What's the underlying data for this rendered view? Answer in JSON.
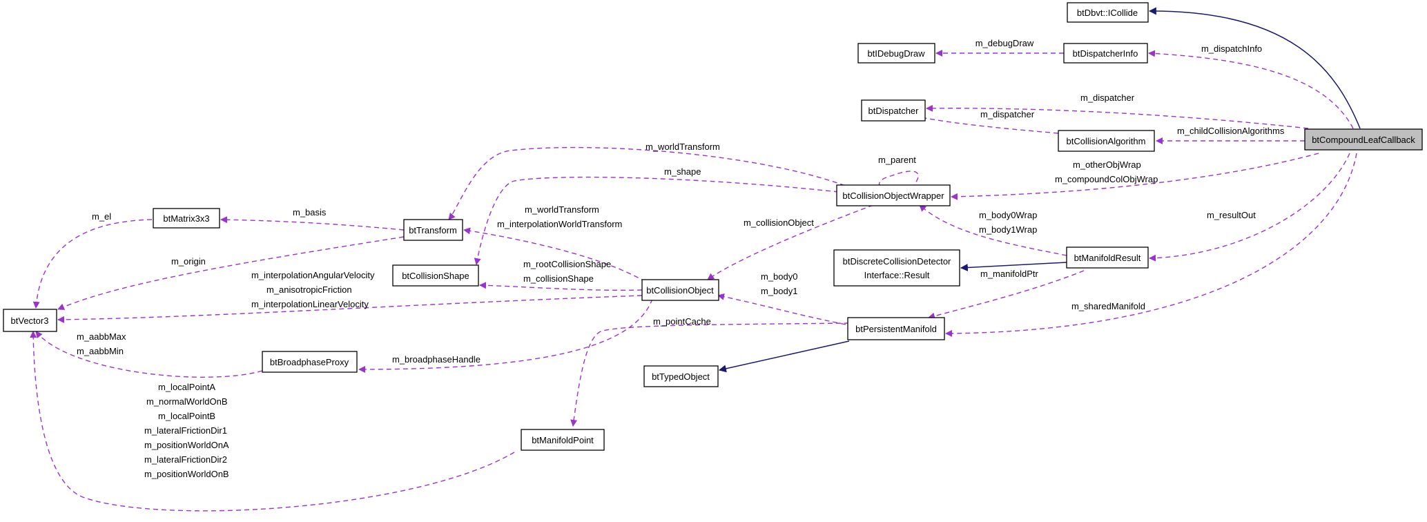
{
  "diagram": {
    "nodes": {
      "btDbvtICollide": "btDbvt::ICollide",
      "btDispatcherInfo": "btDispatcherInfo",
      "btIDebugDraw": "btIDebugDraw",
      "btDispatcher": "btDispatcher",
      "btCollisionAlgorithm": "btCollisionAlgorithm",
      "btCompoundLeafCallback": "btCompoundLeafCallback",
      "btCollisionObjectWrapper": "btCollisionObjectWrapper",
      "btMatrix3x3": "btMatrix3x3",
      "btTransform": "btTransform",
      "btCollisionShape": "btCollisionShape",
      "btCollisionObject": "btCollisionObject",
      "btVector3": "btVector3",
      "btBroadphaseProxy": "btBroadphaseProxy",
      "btManifoldPoint": "btManifoldPoint",
      "btDiscreteResultLine1": "btDiscreteCollisionDetector",
      "btDiscreteResultLine2": "Interface::Result",
      "btManifoldResult": "btManifoldResult",
      "btPersistentManifold": "btPersistentManifold",
      "btTypedObject": "btTypedObject"
    },
    "labels": {
      "m_debugDraw": "m_debugDraw",
      "m_dispatchInfo": "m_dispatchInfo",
      "m_dispatcher_top": "m_dispatcher",
      "m_dispatcher_algo": "m_dispatcher",
      "m_childCollisionAlgorithms": "m_childCollisionAlgorithms",
      "m_worldTransform_wrapper": "m_worldTransform",
      "m_parent": "m_parent",
      "m_shape": "m_shape",
      "m_otherObjWrap": "m_otherObjWrap",
      "m_compoundColObjWrap": "m_compoundColObjWrap",
      "m_el": "m_el",
      "m_basis": "m_basis",
      "m_worldTransform_obj": "m_worldTransform",
      "m_interpolationWorldTransform": "m_interpolationWorldTransform",
      "m_collisionObject": "m_collisionObject",
      "m_body0Wrap": "m_body0Wrap",
      "m_body1Wrap": "m_body1Wrap",
      "m_resultOut": "m_resultOut",
      "m_origin": "m_origin",
      "m_rootCollisionShape": "m_rootCollisionShape",
      "m_collisionShape": "m_collisionShape",
      "m_interpolationAngularVelocity": "m_interpolationAngularVelocity",
      "m_anisotropicFriction": "m_anisotropicFriction",
      "m_interpolationLinearVelocity": "m_interpolationLinearVelocity",
      "m_manifoldPtr": "m_manifoldPtr",
      "m_body0": "m_body0",
      "m_body1": "m_body1",
      "m_sharedManifold": "m_sharedManifold",
      "m_pointCache": "m_pointCache",
      "m_aabbMax": "m_aabbMax",
      "m_aabbMin": "m_aabbMin",
      "m_broadphaseHandle": "m_broadphaseHandle",
      "m_localPointA": "m_localPointA",
      "m_normalWorldOnB": "m_normalWorldOnB",
      "m_localPointB": "m_localPointB",
      "m_lateralFrictionDir1": "m_lateralFrictionDir1",
      "m_positionWorldOnA": "m_positionWorldOnA",
      "m_lateralFrictionDir2": "m_lateralFrictionDir2",
      "m_positionWorldOnB": "m_positionWorldOnB"
    },
    "colors": {
      "dependency_edge": "#9a32cd",
      "inheritance_edge": "#191970",
      "highlight_fill": "#bfbfbf"
    }
  }
}
